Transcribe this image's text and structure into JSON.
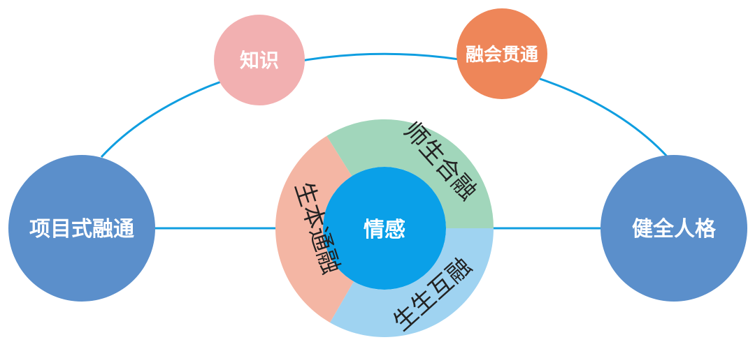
{
  "nodes": {
    "left": {
      "label": "项目式融通",
      "color": "#5b8fcb"
    },
    "right": {
      "label": "健全人格",
      "color": "#5b8fcb"
    },
    "knowledge": {
      "label": "知识",
      "color": "#f2b0b1"
    },
    "integration": {
      "label": "融会贯通",
      "color": "#ee8659"
    }
  },
  "center": {
    "label": "情感",
    "color": "#0aa0e8",
    "segments": [
      {
        "label": "师生合融",
        "color": "#a1d6bb"
      },
      {
        "label": "生生互融",
        "color": "#9fd3f1"
      },
      {
        "label": "生本通融",
        "color": "#f4b6a4"
      }
    ]
  },
  "connector_color": "#0f9ee0"
}
